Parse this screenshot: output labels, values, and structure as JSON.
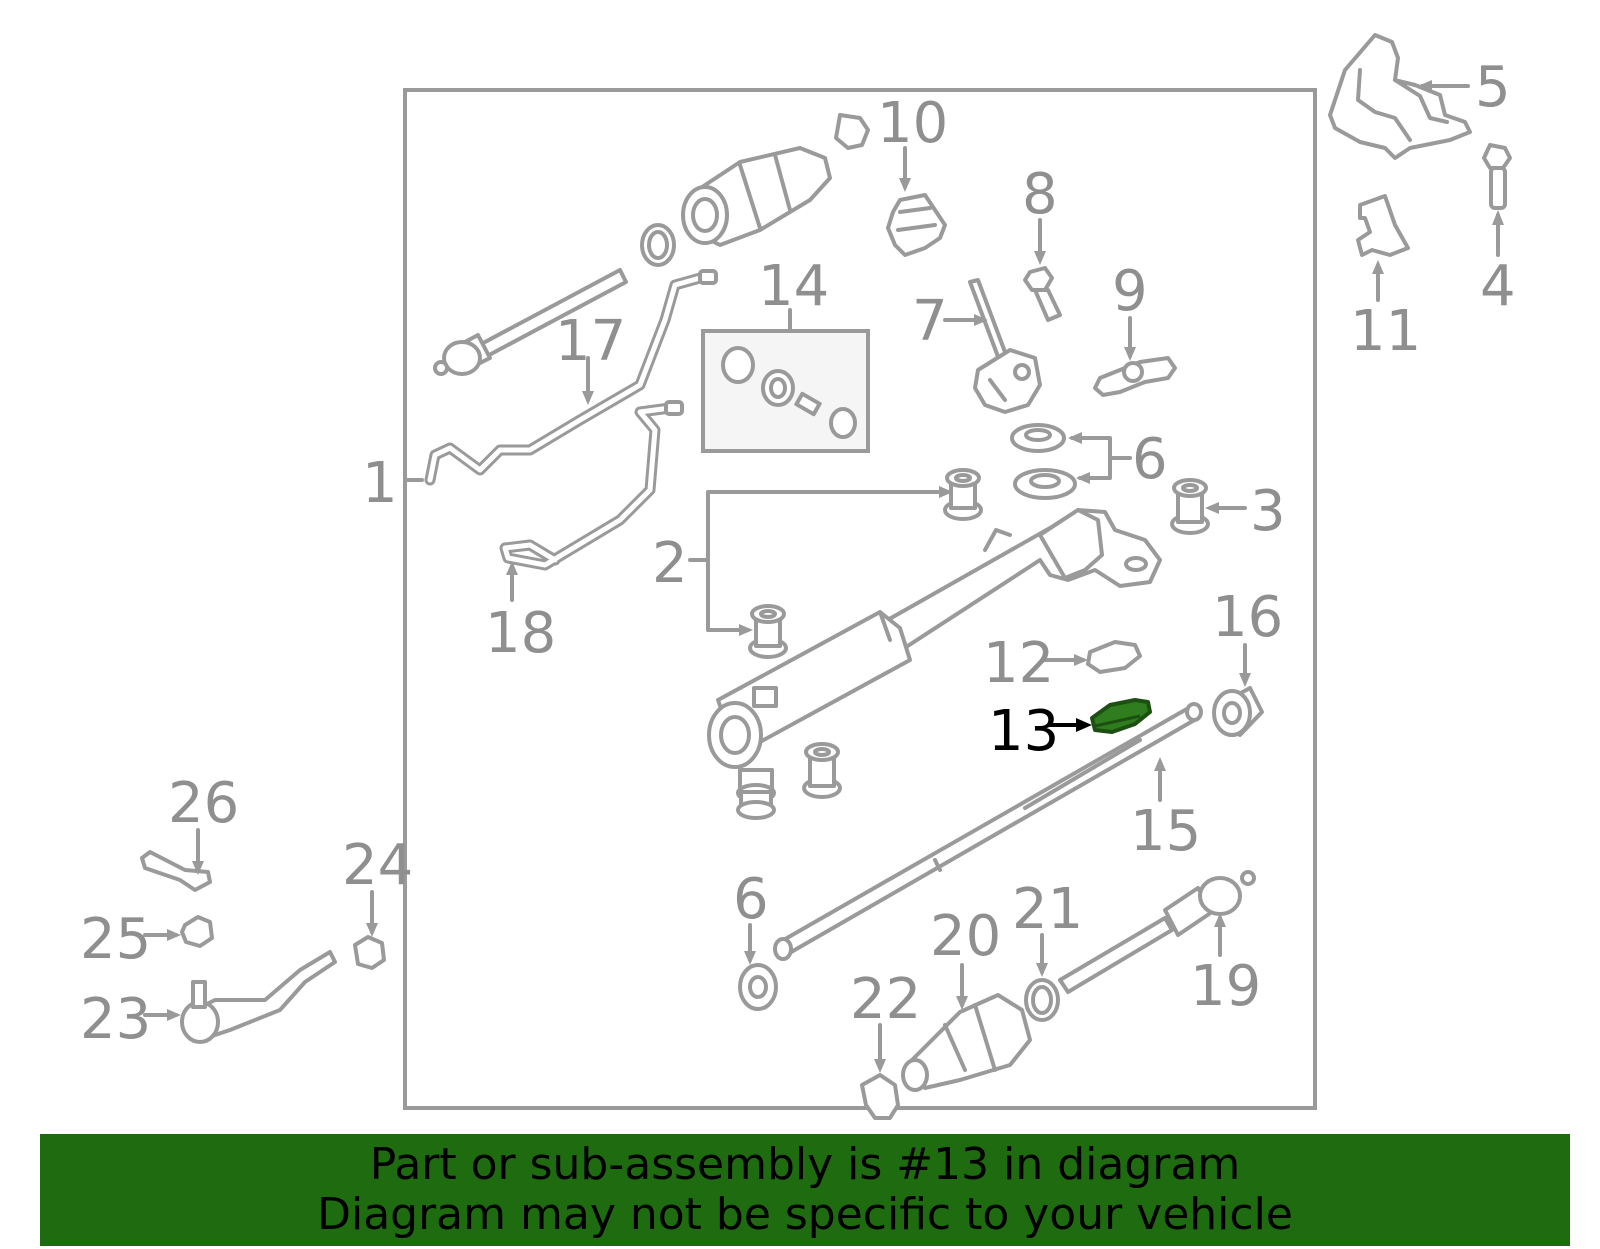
{
  "highlight": {
    "callout": "13",
    "color": "#2f7d1e"
  },
  "colors": {
    "line": "#9a9a9a",
    "banner": "#1e6b10"
  },
  "callouts": {
    "c1": "1",
    "c2": "2",
    "c3": "3",
    "c4": "4",
    "c5": "5",
    "c6a": "6",
    "c6b": "6",
    "c7": "7",
    "c8": "8",
    "c9": "9",
    "c10": "10",
    "c11": "11",
    "c12": "12",
    "c13": "13",
    "c14": "14",
    "c15": "15",
    "c16": "16",
    "c17": "17",
    "c18": "18",
    "c19": "19",
    "c20": "20",
    "c21": "21",
    "c22": "22",
    "c23": "23",
    "c24": "24",
    "c25": "25",
    "c26": "26"
  },
  "banner": {
    "line1": "Part or sub-assembly is #13 in diagram",
    "line2": "Diagram may not be specific to your vehicle"
  }
}
